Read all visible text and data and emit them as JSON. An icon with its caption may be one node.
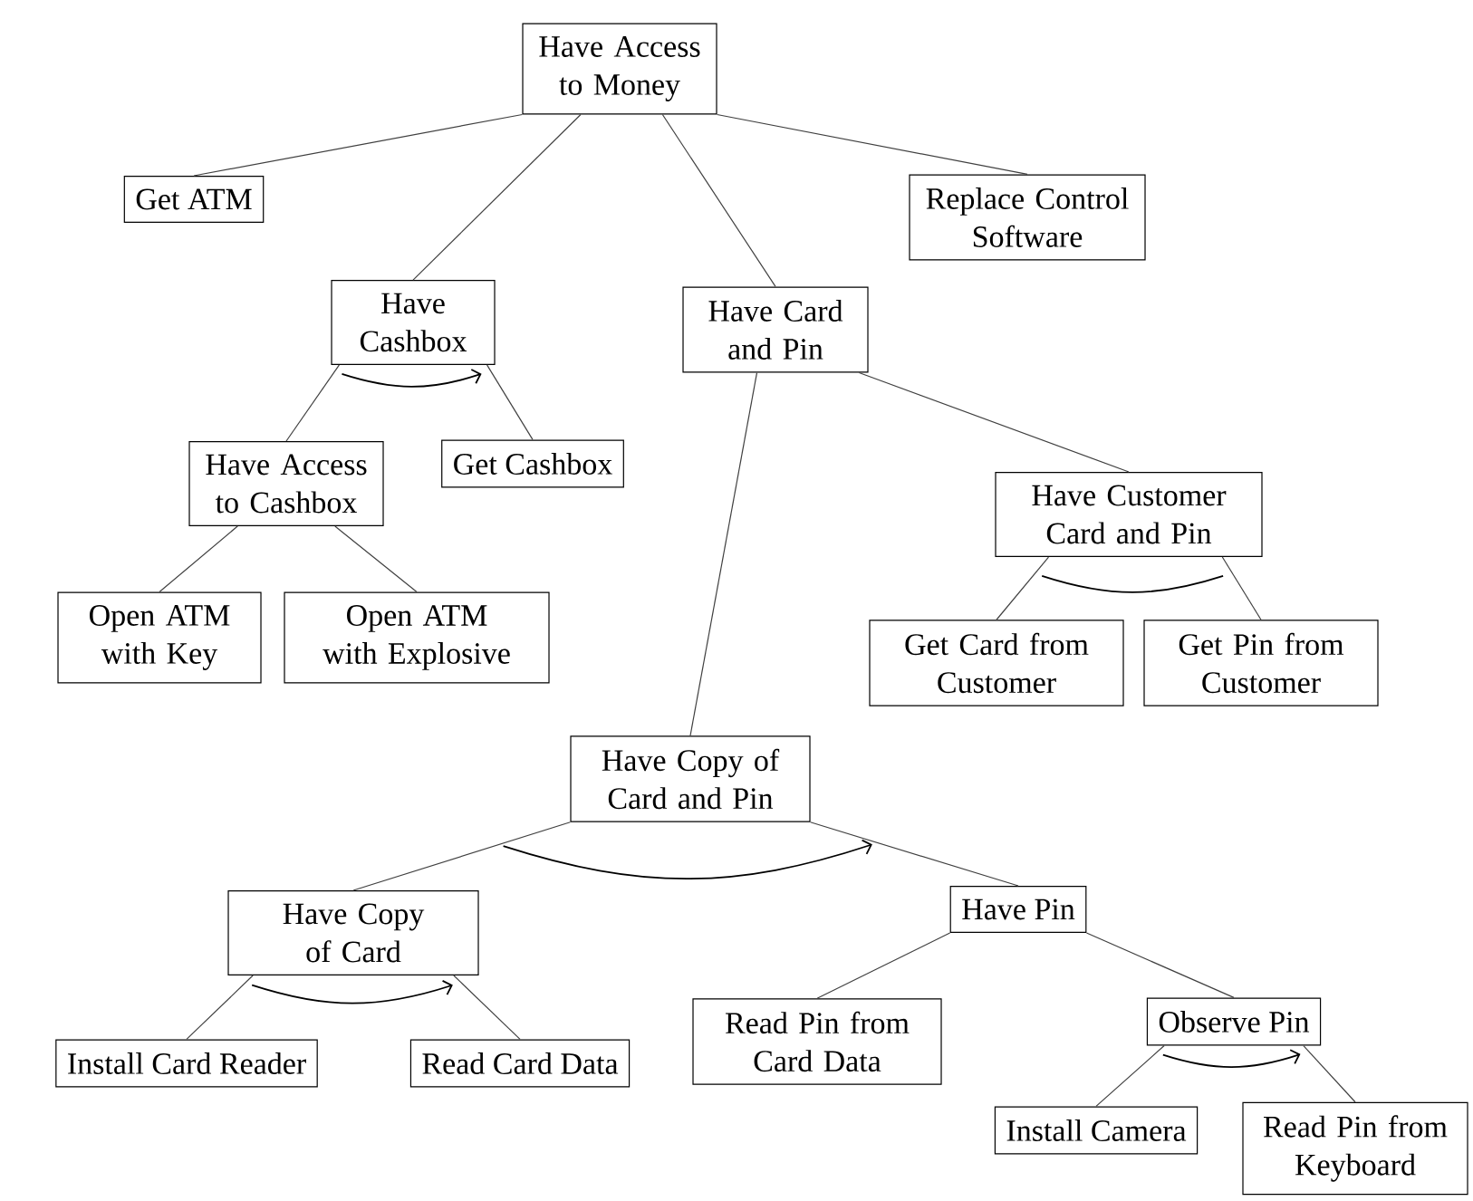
{
  "diagram": {
    "nodes": [
      {
        "text": [
          "Have Access to Money"
        ]
      },
      {
        "text": [
          "Get ATM"
        ]
      },
      {
        "text": [
          "Replace Control Software"
        ]
      },
      {
        "text": [
          "Have Cashbox"
        ]
      },
      {
        "text": [
          "Have Card and Pin"
        ]
      },
      {
        "text": [
          "Have Access to Cashbox"
        ]
      },
      {
        "text": [
          "Get Cashbox"
        ]
      },
      {
        "text": [
          "Open ATM with Key"
        ]
      },
      {
        "text": [
          "Open ATM with Explosive"
        ]
      },
      {
        "text": [
          "Have Customer Card and Pin"
        ]
      },
      {
        "text": [
          "Get Card from Customer"
        ]
      },
      {
        "text": [
          "Get Pin from Customer"
        ]
      },
      {
        "text": [
          "Have Copy of Card and Pin"
        ]
      },
      {
        "text": [
          "Have Copy of Card"
        ]
      },
      {
        "text": [
          "Have Pin"
        ]
      },
      {
        "text": [
          "Install Card Reader"
        ]
      },
      {
        "text": [
          "Read Card Data"
        ]
      },
      {
        "text": [
          "Read Pin from Card Data"
        ]
      },
      {
        "text": [
          "Observe Pin"
        ]
      },
      {
        "text": [
          "Install Camera"
        ]
      },
      {
        "text": [
          "Read Pin from Keyboard"
        ]
      }
    ],
    "edges": [
      {
        "from": 0,
        "to": 1,
        "arrow": "none"
      },
      {
        "from": 0,
        "to": 3,
        "arrow": "none"
      },
      {
        "from": 0,
        "to": 4,
        "arrow": "none"
      },
      {
        "from": 0,
        "to": 2,
        "arrow": "none"
      },
      {
        "from": 3,
        "to": 5,
        "arrow": "none"
      },
      {
        "from": 3,
        "to": 6,
        "arrow": "none"
      },
      {
        "from": 5,
        "to": 7,
        "arrow": "none"
      },
      {
        "from": 5,
        "to": 8,
        "arrow": "none"
      },
      {
        "from": 4,
        "to": 9,
        "arrow": "none"
      },
      {
        "from": 4,
        "to": 12,
        "arrow": "none"
      },
      {
        "from": 9,
        "to": 10,
        "arrow": "none"
      },
      {
        "from": 9,
        "to": 11,
        "arrow": "none"
      },
      {
        "from": 12,
        "to": 13,
        "arrow": "none"
      },
      {
        "from": 12,
        "to": 14,
        "arrow": "none"
      },
      {
        "from": 13,
        "to": 15,
        "arrow": "none"
      },
      {
        "from": 13,
        "to": 16,
        "arrow": "none"
      },
      {
        "from": 14,
        "to": 17,
        "arrow": "none"
      },
      {
        "from": 14,
        "to": 18,
        "arrow": "none"
      },
      {
        "from": 18,
        "to": 19,
        "arrow": "none"
      },
      {
        "from": 18,
        "to": 20,
        "arrow": "none"
      }
    ]
  }
}
